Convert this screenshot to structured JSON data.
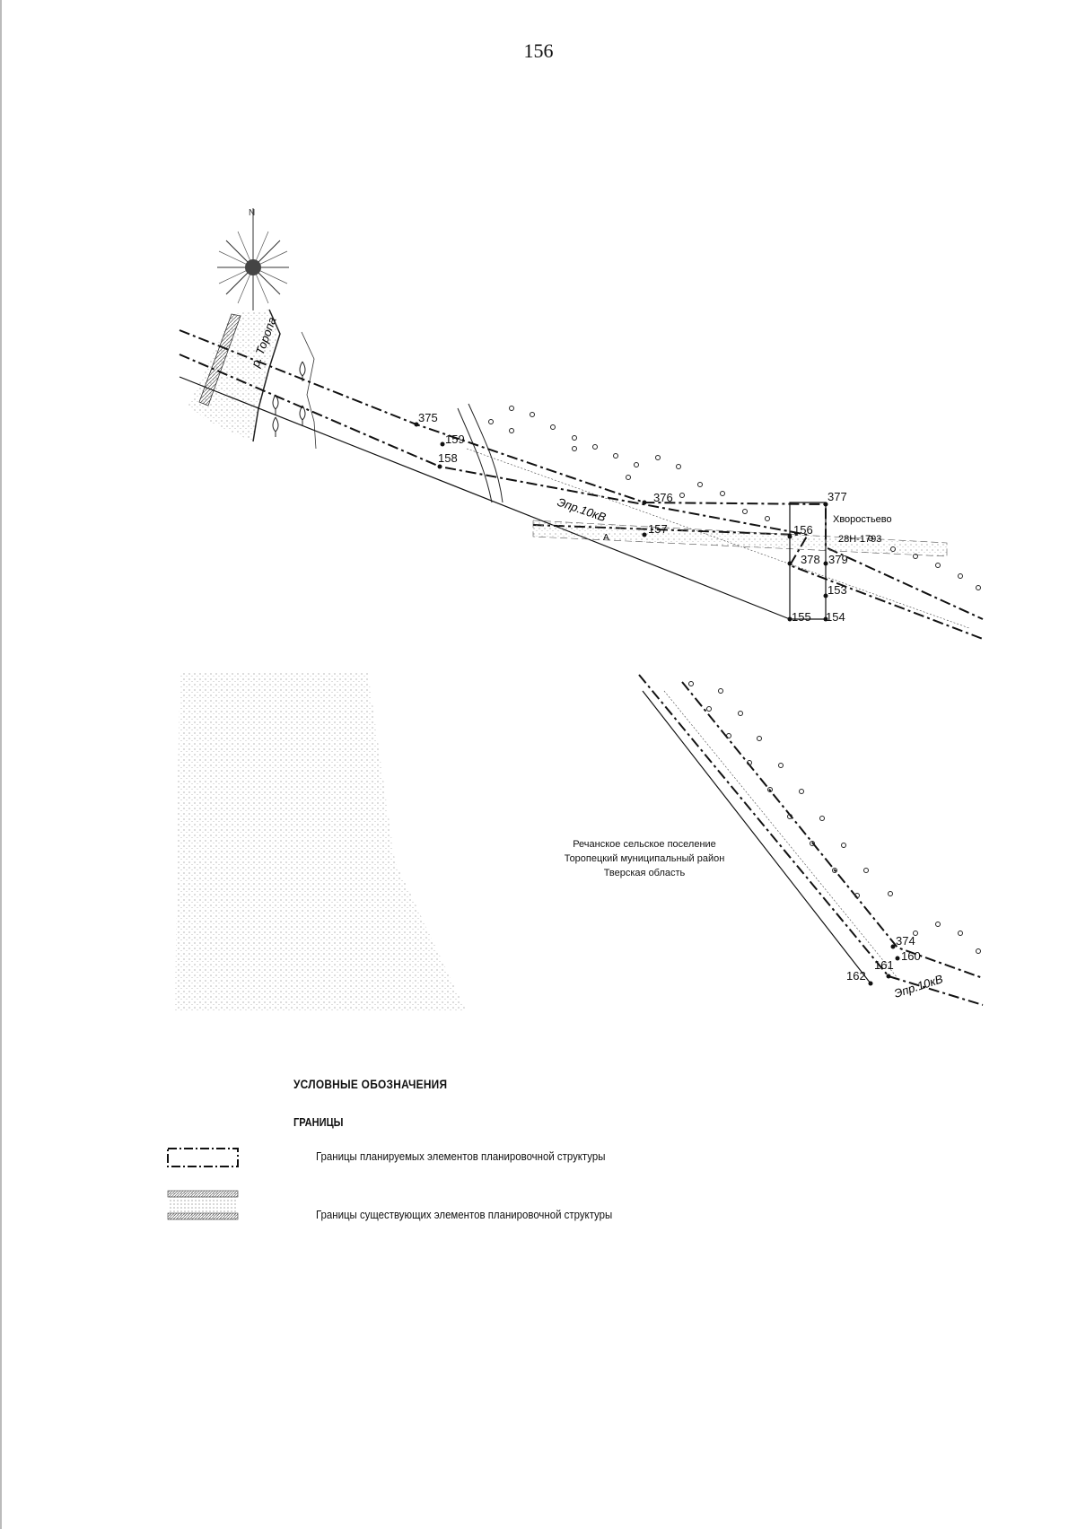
{
  "page": {
    "number": "156"
  },
  "map": {
    "north_symbol": "N",
    "river_label": "р. Торопа",
    "village_label": "Хворостьево",
    "road_label": "28Н-1793",
    "powerline_label_1": "Эпр.10кВ",
    "powerline_label_2": "Эпр.10кВ",
    "point_a": "А",
    "region_caption": {
      "line1": "Речанское сельское поселение",
      "line2": "Торопецкий муниципальный район",
      "line3": "Тверская область"
    },
    "points": {
      "p375": "375",
      "p159": "159",
      "p158": "158",
      "p376": "376",
      "p377": "377",
      "p157": "157",
      "p156": "156",
      "p378": "378",
      "p379": "379",
      "p153": "153",
      "p155": "155",
      "p154": "154",
      "p374": "374",
      "p160": "160",
      "p161": "161",
      "p162": "162"
    }
  },
  "legend": {
    "title": "УСЛОВНЫЕ ОБОЗНАЧЕНИЯ",
    "section": "ГРАНИЦЫ",
    "items": [
      {
        "symbol": "dash-dot-border",
        "label": "Границы планируемых элементов планировочной структуры"
      },
      {
        "symbol": "hatched-border",
        "label": "Границы существующих элементов планировочной структуры"
      }
    ]
  }
}
